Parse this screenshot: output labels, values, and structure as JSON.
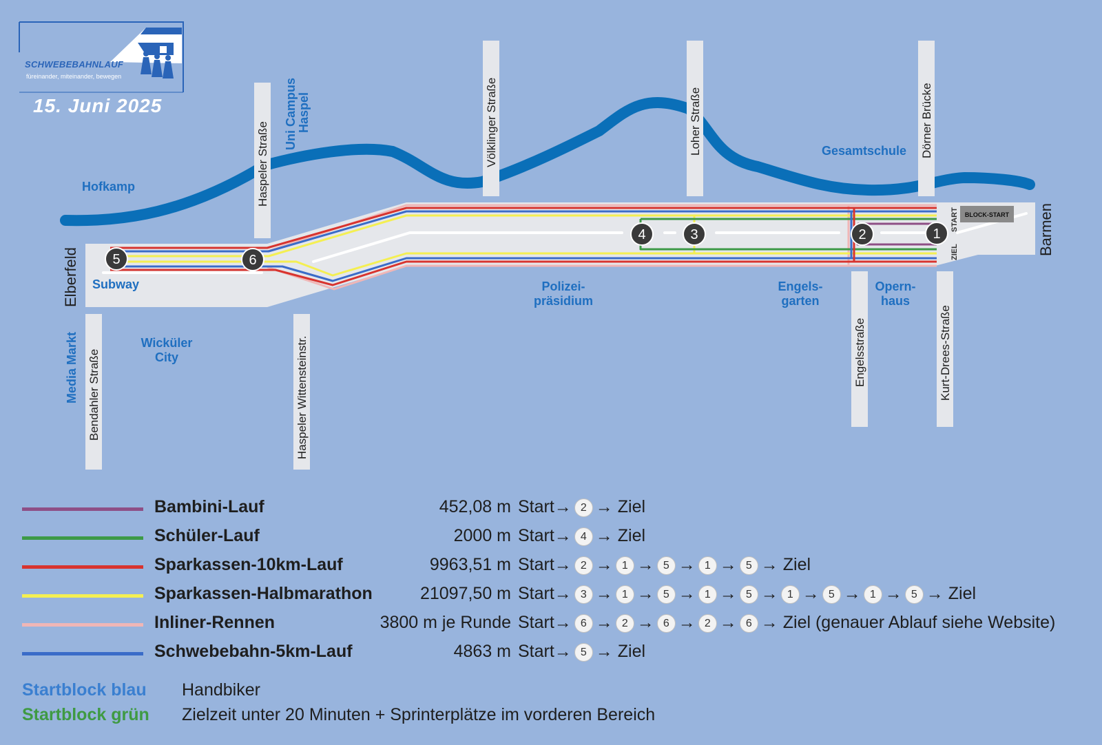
{
  "logo": {
    "title": "SCHWEBEBAHNLAUF",
    "tagline": "füreinander, miteinander, bewegen",
    "date": "15. Juni 2025"
  },
  "map": {
    "streets": [
      "Haspeler Straße",
      "Völklinger Straße",
      "Loher Straße",
      "Dörner Brücke",
      "Bendahler Straße",
      "Haspeler Wittensteinstr.",
      "Engelsstraße",
      "Kurt-Drees-Straße"
    ],
    "places": {
      "hofkamp": "Hofkamp",
      "uni_1": "Uni Campus",
      "uni_2": "Haspel",
      "gesamtschule": "Gesamtschule",
      "subway": "Subway",
      "wickueler_1": "Wicküler",
      "wickueler_2": "City",
      "media_markt": "Media Markt",
      "polizei_1": "Polizei-",
      "polizei_2": "präsidium",
      "engels_1": "Engels-",
      "engels_2": "garten",
      "opern_1": "Opern-",
      "opern_2": "haus"
    },
    "ends": {
      "left": "Elberfeld",
      "right": "Barmen"
    },
    "markers": [
      "1",
      "2",
      "3",
      "4",
      "5",
      "6"
    ],
    "start_label": "START",
    "ziel_label": "ZIEL",
    "block_start": "BLOCK-START",
    "colors": {
      "background": "#98b4dd",
      "river": "#0a6fb8",
      "road": "#e5e7eb",
      "purple": "#8e4f86",
      "green": "#3d9a47",
      "red": "#d8342f",
      "yellow": "#f4ef52",
      "pink": "#f0b6b6",
      "blue": "#3a6cc8"
    }
  },
  "legend": [
    {
      "name": "Bambini-Lauf",
      "distance": "452,08 m",
      "color": "#8e4f86",
      "route": [
        "Start→",
        "2",
        "→ Ziel"
      ]
    },
    {
      "name": "Schüler-Lauf",
      "distance": "2000 m",
      "color": "#3d9a47",
      "route": [
        "Start→",
        "4",
        "→ Ziel"
      ]
    },
    {
      "name": "Sparkassen-10km-Lauf",
      "distance": "9963,51 m",
      "color": "#d8342f",
      "route": [
        "Start→",
        "2",
        "→",
        "1",
        "→",
        "5",
        "→",
        "1",
        "→",
        "5",
        "→ Ziel"
      ]
    },
    {
      "name": "Sparkassen-Halbmarathon",
      "distance": "21097,50 m",
      "color": "#f4ef52",
      "route": [
        "Start→",
        "3",
        "→",
        "1",
        "→",
        "5",
        "→",
        "1",
        "→",
        "5",
        "→",
        "1",
        "→",
        "5",
        "→",
        "1",
        "→",
        "5",
        "→ Ziel"
      ]
    },
    {
      "name": "Inliner-Rennen",
      "distance": "3800 m je Runde",
      "color": "#f0b6b6",
      "route": [
        "Start→",
        "6",
        "→",
        "2",
        "→",
        "6",
        "→",
        "2",
        "→",
        "6",
        "→ Ziel (genauer Ablauf siehe Website)"
      ]
    },
    {
      "name": "Schwebebahn-5km-Lauf",
      "distance": "4863 m",
      "color": "#3a6cc8",
      "route": [
        "Start→",
        "5",
        "→ Ziel"
      ]
    }
  ],
  "blocks": [
    {
      "label": "Startblock blau",
      "color": "#3a7fd0",
      "text": "Handbiker"
    },
    {
      "label": "Startblock grün",
      "color": "#3f9a43",
      "text": "Zielzeit unter 20 Minuten + Sprinterplätze im vorderen Bereich"
    }
  ]
}
